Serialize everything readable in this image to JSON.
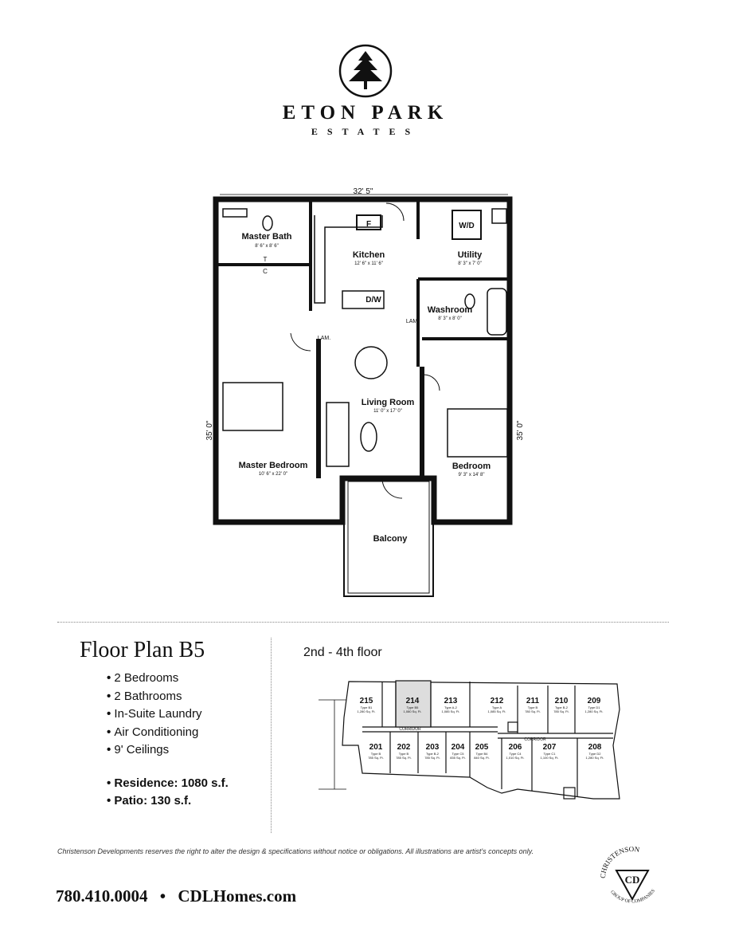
{
  "brand": {
    "name": "ETON PARK",
    "subtitle": "ESTATES"
  },
  "floorplan": {
    "overall_width": "32' 5\"",
    "overall_depth_left": "35' 0\"",
    "overall_depth_right": "35' 0\"",
    "rooms": {
      "master_bath": {
        "name": "Master Bath",
        "dims": "8' 6\" x 8' 6\""
      },
      "kitchen": {
        "name": "Kitchen",
        "dims": "12' 6\" x 11' 6\""
      },
      "utility": {
        "name": "Utility",
        "dims": "8' 3\" x 7' 0\""
      },
      "washroom": {
        "name": "Washroom",
        "dims": "8' 3\" x 8' 0\""
      },
      "living_room": {
        "name": "Living Room",
        "dims": "11' 0\" x 17' 0\""
      },
      "master_bedroom": {
        "name": "Master Bedroom",
        "dims": "10' 6\" x 22' 0\""
      },
      "bedroom": {
        "name": "Bedroom",
        "dims": "9' 3\" x 14' 8\""
      },
      "balcony": {
        "name": "Balcony"
      }
    },
    "fixtures": {
      "fridge": "F",
      "washer_dryer": "W/D",
      "dishwasher": "D/W",
      "lam_kitchen": "LAM.",
      "lam_master": "LAM.",
      "closet_c": "C",
      "toilet_t": "T"
    }
  },
  "plan": {
    "title": "Floor Plan B5",
    "features": [
      "2 Bedrooms",
      "2 Bathrooms",
      "In-Suite Laundry",
      "Air Conditioning",
      "9' Ceilings"
    ],
    "stats": [
      "Residence: 1080 s.f.",
      "Patio: 130 s.f."
    ]
  },
  "keyplan": {
    "floor_label": "2nd - 4th floor",
    "corridor": "CORRIDOR",
    "units_top": [
      {
        "num": "215",
        "type": "Type B1",
        "area": "1,280 Sq. Ft."
      },
      {
        "num": "214",
        "type": "Type B5",
        "area": "1,080 Sq. Ft."
      },
      {
        "num": "213",
        "type": "Type A-2",
        "area": "1,085 Sq. Ft."
      },
      {
        "num": "212",
        "type": "Type A",
        "area": "1,085 Sq. Ft."
      },
      {
        "num": "211",
        "type": "Type B",
        "area": "780 Sq. Ft."
      },
      {
        "num": "210",
        "type": "Type B-2",
        "area": "785 Sq. Ft."
      },
      {
        "num": "209",
        "type": "Type D1",
        "area": "1,280 Sq. Ft."
      }
    ],
    "units_bottom": [
      {
        "num": "201",
        "type": "Type B",
        "area": "785 Sq. Ft."
      },
      {
        "num": "202",
        "type": "Type B",
        "area": "785 Sq. Ft."
      },
      {
        "num": "203",
        "type": "Type B-2",
        "area": "785 Sq. Ft."
      },
      {
        "num": "204",
        "type": "Type C5",
        "area": "835 Sq. Ft."
      },
      {
        "num": "205",
        "type": "Type B4",
        "area": "840 Sq. Ft."
      },
      {
        "num": "206",
        "type": "Type C4",
        "area": "1,010 Sq. Ft."
      },
      {
        "num": "207",
        "type": "Type C1",
        "area": "1,100 Sq. Ft."
      },
      {
        "num": "208",
        "type": "Type D2",
        "area": "1,280 Sq. Ft."
      }
    ]
  },
  "footer": {
    "disclaimer": "Christenson Developments reserves the right to alter the design & specifications without notice or obligations. All illustrations are artist's concepts only.",
    "phone": "780.410.0004",
    "separator": "•",
    "website": "CDLHomes.com",
    "company_logo_text": "CHRISTENSON GROUP OF COMPANIES",
    "company_monogram": "CD"
  }
}
